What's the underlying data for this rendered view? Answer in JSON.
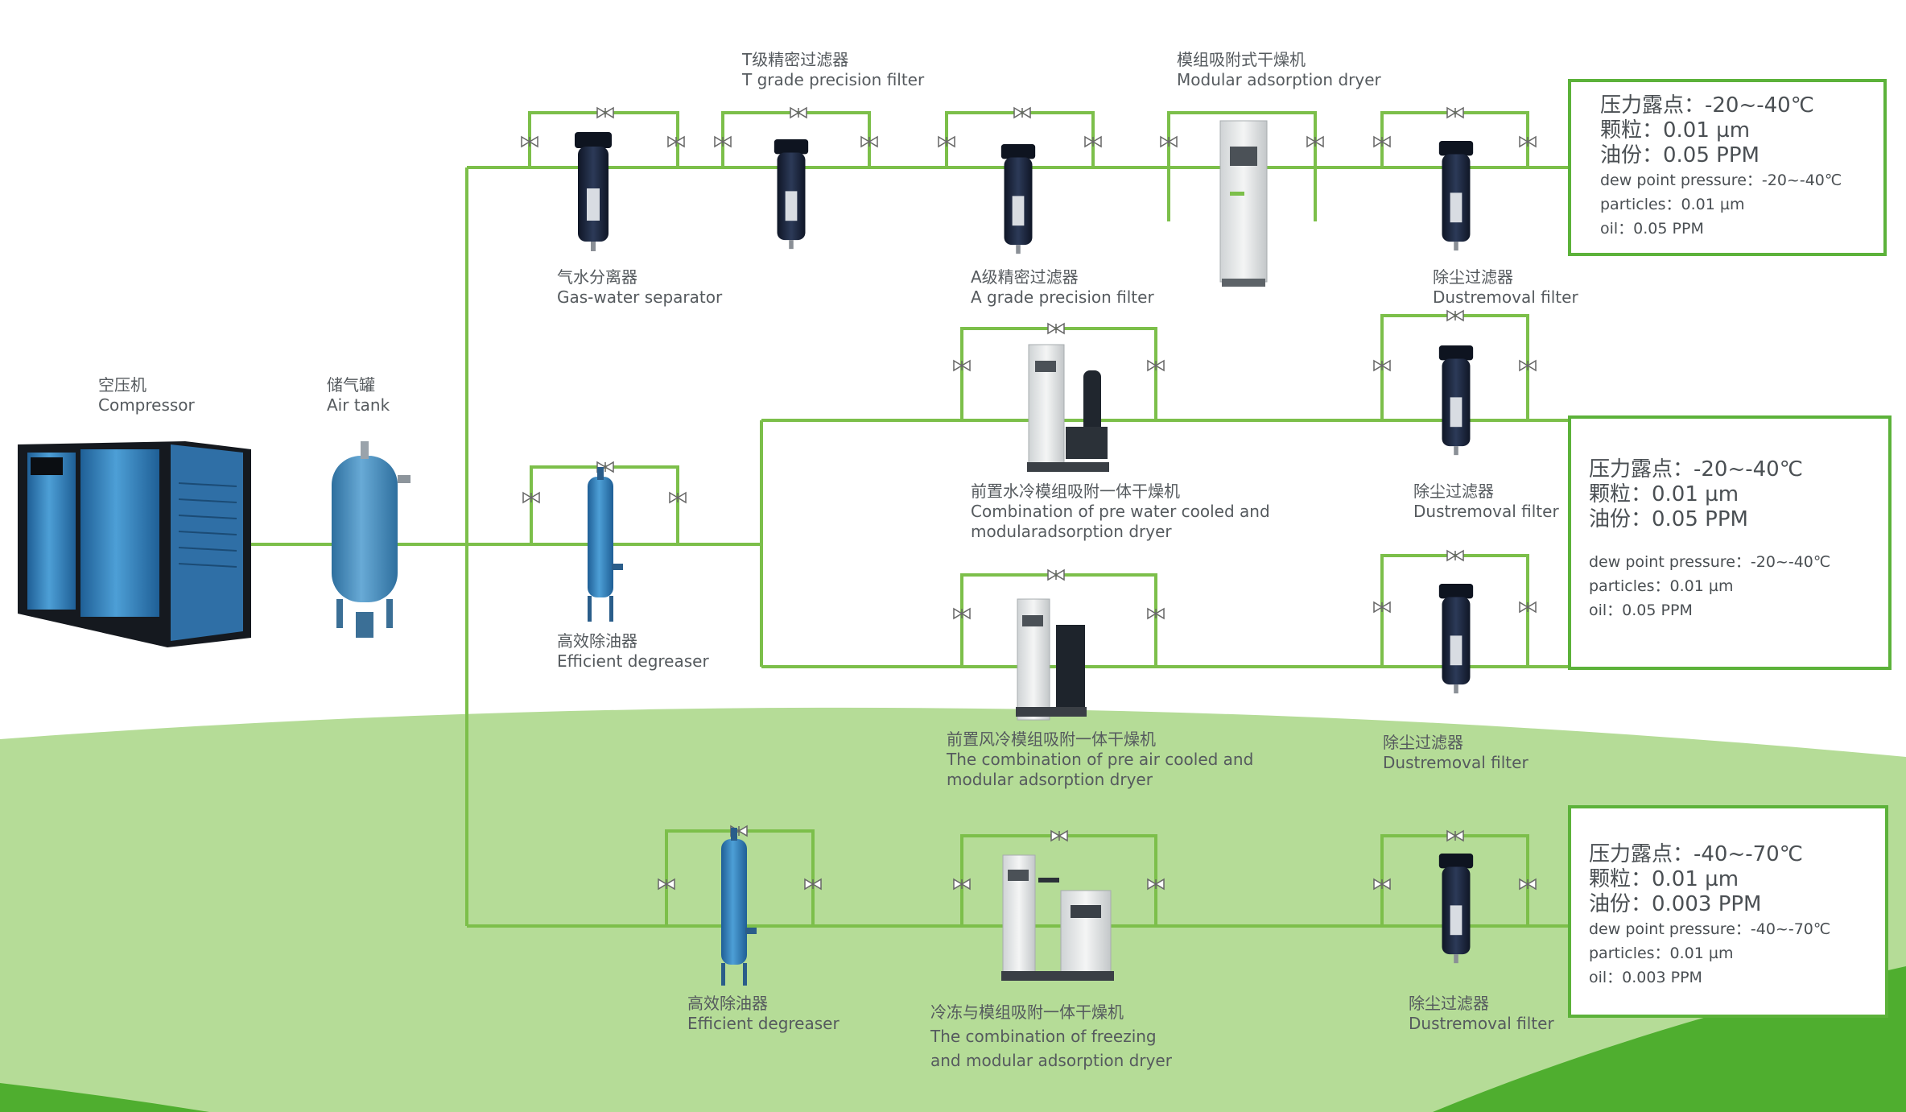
{
  "colors": {
    "pipe": "#7cbf4a",
    "box_border": "#5cb23a",
    "background_hill": "#b5dc97",
    "background_corner": "#4fae2f",
    "equipment_blue": "#3d8ec8",
    "filter_dark": "#1b2336"
  },
  "labels": {
    "compressor": {
      "cn": "空压机",
      "en": "Compressor"
    },
    "air_tank": {
      "cn": "储气罐",
      "en": "Air tank"
    },
    "gas_water_separator": {
      "cn": "气水分离器",
      "en": "Gas-water separator"
    },
    "t_filter": {
      "cn": "T级精密过滤器",
      "en": "T grade precision filter"
    },
    "a_filter": {
      "cn": "A级精密过滤器",
      "en": "A grade precision filter"
    },
    "modular_dryer": {
      "cn": "模组吸附式干燥机",
      "en": "Modular adsorption dryer"
    },
    "dust_filter_1": {
      "cn": "除尘过滤器",
      "en": "Dustremoval filter"
    },
    "degreaser_mid": {
      "cn": "高效除油器",
      "en": "Efficient degreaser"
    },
    "water_cooled_dryer": {
      "cn": "前置水冷模组吸附一体干燥机",
      "en1": "Combination of pre water cooled and",
      "en2": "modularadsorption dryer"
    },
    "dust_filter_2": {
      "cn": "除尘过滤器",
      "en": "Dustremoval filter"
    },
    "air_cooled_dryer": {
      "cn": "前置风冷模组吸附一体干燥机",
      "en1": "The combination of pre air cooled and",
      "en2": "modular adsorption dryer"
    },
    "dust_filter_3": {
      "cn": "除尘过滤器",
      "en": "Dustremoval filter"
    },
    "degreaser_bottom": {
      "cn": "高效除油器",
      "en": "Efficient degreaser"
    },
    "freezing_dryer": {
      "cn": "冷冻与模组吸附一体干燥机",
      "en1": "The combination of freezing",
      "en2": "and modular adsorption dryer"
    },
    "dust_filter_4": {
      "cn": "除尘过滤器",
      "en": "Dustremoval filter"
    }
  },
  "specs": {
    "line1": {
      "cn1": "压力露点：-20~-40℃",
      "cn2": "颗粒：0.01 µm",
      "cn3": "油份：0.05 PPM",
      "en1": "dew point pressure：-20~-40℃",
      "en2": "particles：0.01 µm",
      "en3": "oil：0.05 PPM"
    },
    "line2": {
      "cn1": "压力露点：-20~-40℃",
      "cn2": "颗粒：0.01 µm",
      "cn3": "油份：0.05 PPM",
      "en1": "dew point pressure：-20~-40℃",
      "en2": "particles：0.01 µm",
      "en3": "oil：0.05 PPM"
    },
    "line3": {
      "cn1": "压力露点：-40~-70℃",
      "cn2": "颗粒：0.01 µm",
      "cn3": "油份：0.003 PPM",
      "en1": "dew point pressure：-40~-70℃",
      "en2": "particles：0.01 µm",
      "en3": "oil：0.003 PPM"
    }
  }
}
